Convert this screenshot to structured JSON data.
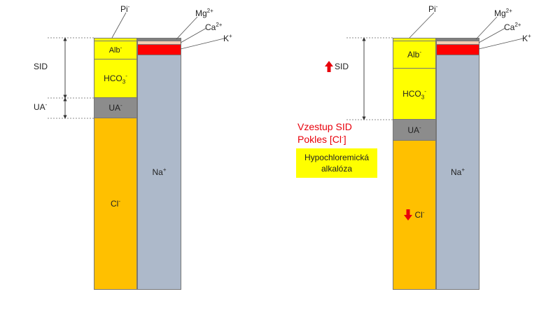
{
  "colors": {
    "yellow": "#ffff00",
    "gray": "#8c8c8c",
    "orange": "#ffc000",
    "blue": "#adb9ca",
    "red": "#ff0000",
    "peach": "#f4cdb2",
    "darkgray": "#7f7f7f",
    "accent_red": "#e8000b"
  },
  "ions": {
    "pi": "Pi",
    "pi_sup": "-",
    "mg": "Mg",
    "mg_sup": "2+",
    "ca": "Ca",
    "ca_sup": "2+",
    "k": "K",
    "k_sup": "+",
    "alb": "Alb",
    "alb_sup": "-",
    "hco": "HCO",
    "hco_sub": "3",
    "hco_sup": "-",
    "ua": "UA",
    "ua_sup": "-",
    "cl": "Cl",
    "cl_sup": "-",
    "na": "Na",
    "na_sup": "+"
  },
  "left": {
    "sid_label": "SID",
    "ua_label": "UA",
    "ua_label_sup": "-"
  },
  "right": {
    "sid_label": "SID",
    "note_line1": "Vzestup SID",
    "note_line2": "Pokles [Cl",
    "note_line2_end": "]",
    "note_line2_sup": "-",
    "box_line1": "Hypochloremická",
    "box_line2": "alkalóza"
  }
}
